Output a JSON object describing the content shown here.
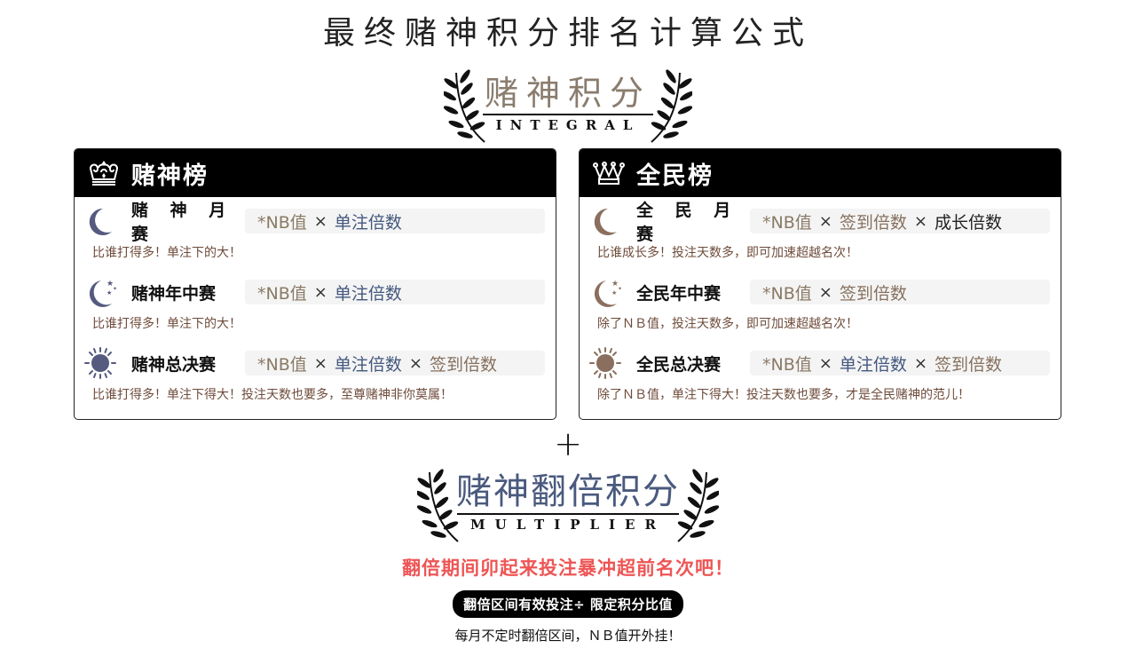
{
  "page_title": "最终赌神积分排名计算公式",
  "integral_badge": {
    "title_cn": "赌神积分",
    "title_en": "INTEGRAL"
  },
  "panels": [
    {
      "title": "赌神榜",
      "icon": "ornate-crown-icon",
      "contests": [
        {
          "name": "赌 神 月 赛",
          "icon": "crescent-moon-icon",
          "formula": {
            "nb": "*NB值",
            "times": "×",
            "terms": [
              "单注倍数"
            ]
          },
          "desc": "比谁打得多！单注下的大！"
        },
        {
          "name": "赌神年中赛",
          "icon": "moon-stars-icon",
          "formula": {
            "nb": "*NB值",
            "times": "×",
            "terms": [
              "单注倍数"
            ]
          },
          "desc": "比谁打得多！单注下的大！"
        },
        {
          "name": "赌神总决赛",
          "icon": "sun-icon",
          "formula": {
            "nb": "*NB值",
            "times": "×",
            "terms": [
              "单注倍数",
              "签到倍数"
            ]
          },
          "desc": "比谁打得多！单注下得大！投注天数也要多，至尊赌神非你莫属！"
        }
      ]
    },
    {
      "title": "全民榜",
      "icon": "simple-crown-icon",
      "contests": [
        {
          "name": "全 民 月 赛",
          "icon": "crescent-moon-icon",
          "formula": {
            "nb": "*NB值",
            "times": "×",
            "terms": [
              "签到倍数",
              "成长倍数"
            ]
          },
          "desc": "比谁成长多！投注天数多，即可加速超越名次！"
        },
        {
          "name": "全民年中赛",
          "icon": "moon-stars-icon",
          "formula": {
            "nb": "*NB值",
            "times": "×",
            "terms": [
              "签到倍数"
            ]
          },
          "desc": "除了ＮＢ值，投注天数多，即可加速超越名次！"
        },
        {
          "name": "全民总决赛",
          "icon": "sun-icon",
          "formula": {
            "nb": "*NB值",
            "times": "×",
            "terms": [
              "单注倍数",
              "签到倍数"
            ]
          },
          "desc": "除了ＮＢ值，单注下得大！投注天数也要多，才是全民赌神的范儿！"
        }
      ]
    }
  ],
  "plus": "+",
  "multiplier_badge": {
    "title_cn": "赌神翻倍积分",
    "title_en": "MULTIPLIER"
  },
  "slogan": "翻倍期间卯起来投注暴冲超前名次吧！",
  "multiplier_formula": "翻倍区间有效投注÷ 限定积分比值",
  "footnote": "每月不定时翻倍区间，ＮＢ值开外挂！",
  "colors": {
    "nb_value": "#8a7a66",
    "bet_multiplier": "#44587e",
    "checkin_multiplier": "#86705e",
    "growth_multiplier": "#222222",
    "god_icon": "#555a7e",
    "people_icon": "#8a6e5e",
    "description": "#6e4b3a",
    "slogan": "#ee5555"
  }
}
